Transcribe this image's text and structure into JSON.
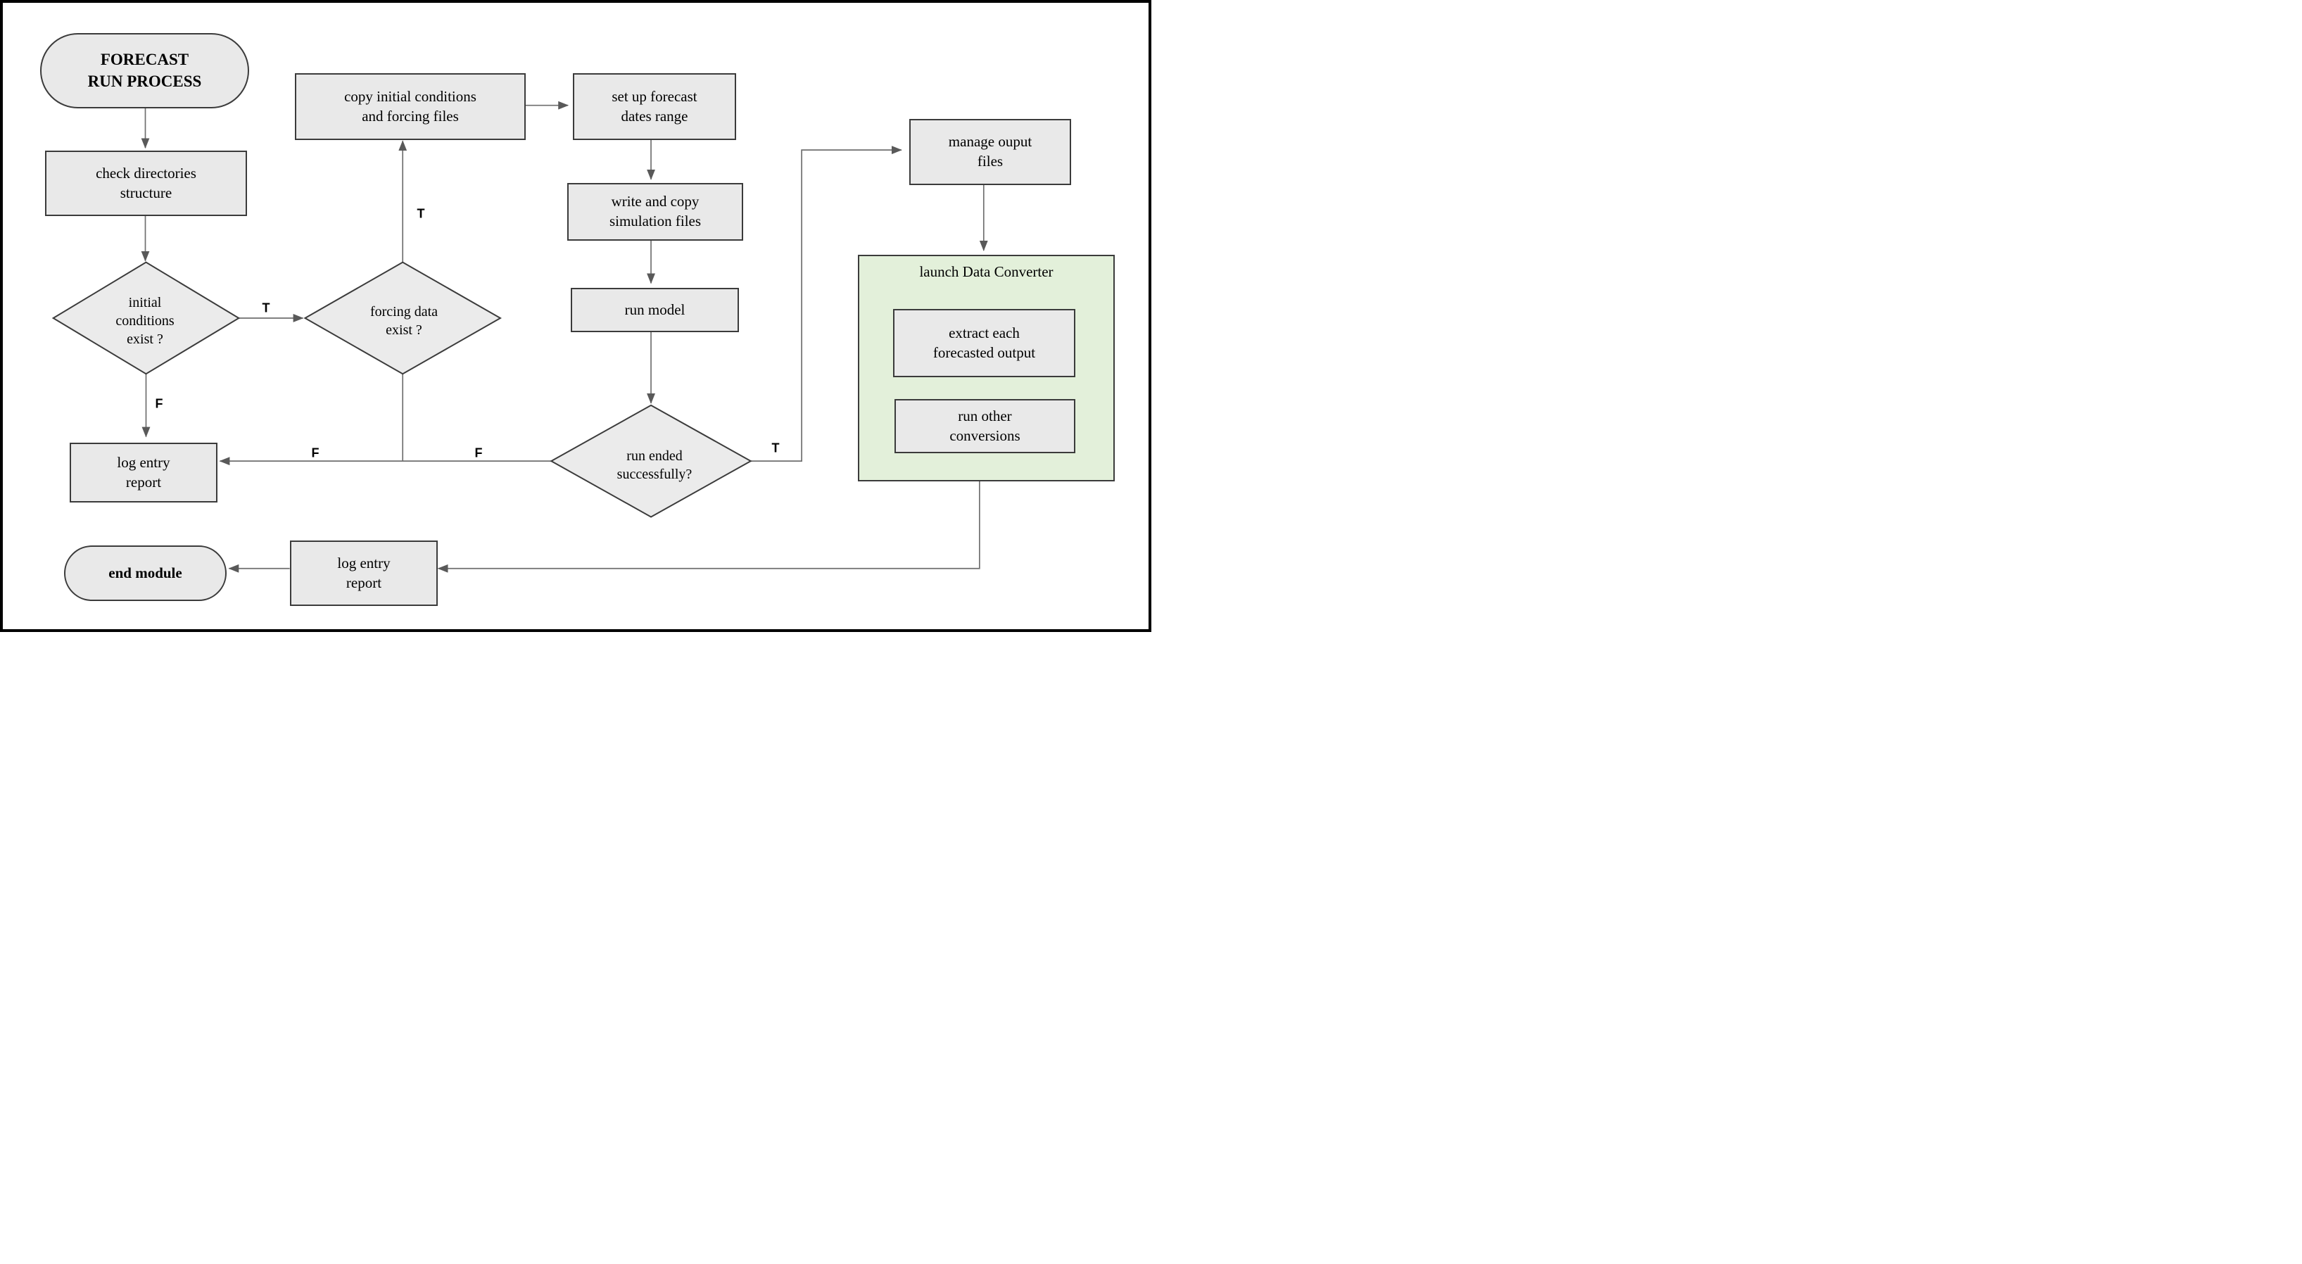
{
  "diagram": {
    "type": "flowchart",
    "title": "FORECAST RUN PROCESS"
  },
  "nodes": {
    "start": {
      "label": "FORECAST\nRUN PROCESS",
      "shape": "terminator"
    },
    "check_directories": {
      "label": "check directories\nstructure",
      "shape": "process"
    },
    "initial_conditions": {
      "label": "initial\nconditions\nexist ?",
      "shape": "decision"
    },
    "copy_files": {
      "label": "copy initial conditions\nand forcing files",
      "shape": "process"
    },
    "setup_dates": {
      "label": "set up forecast\ndates range",
      "shape": "process"
    },
    "forcing_data": {
      "label": "forcing data\nexist ?",
      "shape": "decision"
    },
    "write_files": {
      "label": "write and copy\nsimulation files",
      "shape": "process"
    },
    "run_model": {
      "label": "run model",
      "shape": "process"
    },
    "run_ended": {
      "label": "run ended\nsuccessfully?",
      "shape": "decision"
    },
    "manage_output": {
      "label": "manage ouput\nfiles",
      "shape": "process"
    },
    "data_converter": {
      "label": "launch Data Converter",
      "shape": "container"
    },
    "extract_output": {
      "label": "extract each\nforecasted output",
      "shape": "process"
    },
    "run_conversions": {
      "label": "run other\nconversions",
      "shape": "process"
    },
    "log_entry_1": {
      "label": "log entry\nreport",
      "shape": "process"
    },
    "end_module": {
      "label": "end module",
      "shape": "terminator"
    },
    "log_entry_2": {
      "label": "log entry\nreport",
      "shape": "process"
    }
  },
  "edges": [
    {
      "from": "start",
      "to": "check_directories",
      "label": ""
    },
    {
      "from": "check_directories",
      "to": "initial_conditions",
      "label": ""
    },
    {
      "from": "initial_conditions",
      "to": "forcing_data",
      "label": "T"
    },
    {
      "from": "initial_conditions",
      "to": "log_entry_1",
      "label": "F"
    },
    {
      "from": "forcing_data",
      "to": "copy_files",
      "label": "T"
    },
    {
      "from": "forcing_data",
      "to": "log_entry_1",
      "label": "F"
    },
    {
      "from": "copy_files",
      "to": "setup_dates",
      "label": ""
    },
    {
      "from": "setup_dates",
      "to": "write_files",
      "label": ""
    },
    {
      "from": "write_files",
      "to": "run_model",
      "label": ""
    },
    {
      "from": "run_model",
      "to": "run_ended",
      "label": ""
    },
    {
      "from": "run_ended",
      "to": "manage_output",
      "label": "T"
    },
    {
      "from": "run_ended",
      "to": "log_entry_1",
      "label": "F"
    },
    {
      "from": "manage_output",
      "to": "data_converter",
      "label": ""
    },
    {
      "from": "data_converter",
      "to": "log_entry_2",
      "label": ""
    },
    {
      "from": "log_entry_2",
      "to": "end_module",
      "label": ""
    }
  ],
  "colors": {
    "background": "#ffffff",
    "frame": "#000000",
    "node_fill": "#e9e9e9",
    "node_border": "#3b3b3b",
    "diamond_fill": "#ebebeb",
    "green_fill": "#e3f0da",
    "green_border": "#3b3b3b",
    "connector": "#6e6e6e",
    "arrowhead": "#595959",
    "text": "#000000"
  }
}
